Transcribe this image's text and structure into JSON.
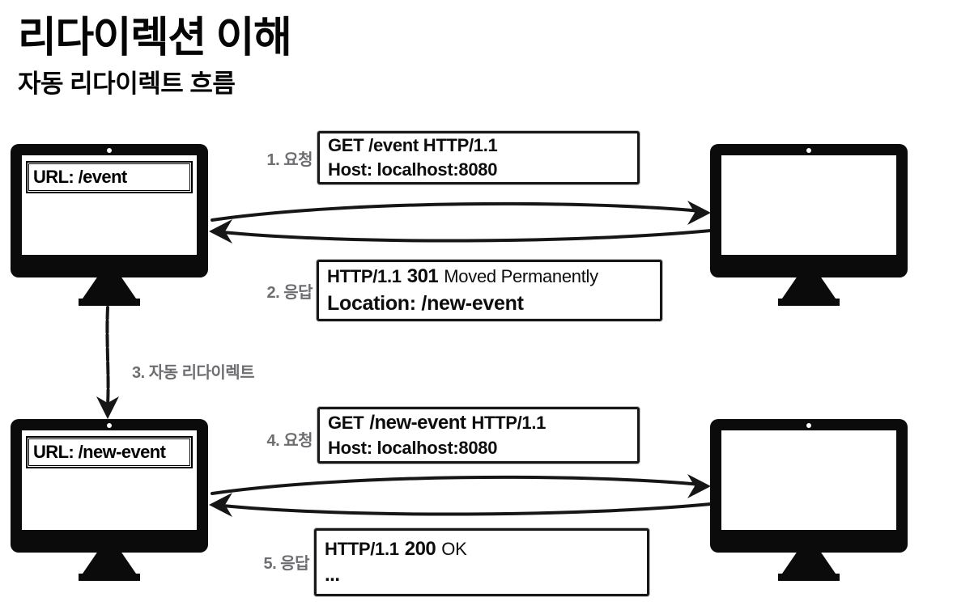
{
  "colors": {
    "background": "#ffffff",
    "ink": "#121212",
    "step_label_gray": "#6d6e71"
  },
  "header": {
    "title": "리다이렉션 이해",
    "subtitle": "자동 리다이렉트 흐름"
  },
  "client": {
    "before": {
      "url": "URL: /event"
    },
    "after": {
      "url": "URL: /new-event"
    }
  },
  "icons": {
    "client_monitor": "monitor-icon",
    "server_monitor": "monitor-icon",
    "camera": "camera-dot-icon",
    "request_arrow": "curved-right-arrow-icon",
    "response_arrow": "curved-left-arrow-icon",
    "redirect_arrow": "down-arrow-icon"
  },
  "flow": {
    "step1": {
      "label": "1. 요청",
      "line1": "GET /event HTTP/1.1",
      "line2": "Host: localhost:8080"
    },
    "step2": {
      "label": "2. 응답",
      "line1_prefix": "HTTP/1.1",
      "line1_code": "301",
      "line1_suffix": "Moved Permanently",
      "line2": "Location: /new-event"
    },
    "step3": {
      "label": "3. 자동 리다이렉트"
    },
    "step4": {
      "label": "4. 요청",
      "line1_prefix": "GET",
      "line1_emph": "/new-event",
      "line1_suffix": "HTTP/1.1",
      "line2": "Host: localhost:8080"
    },
    "step5": {
      "label": "5. 응답",
      "line1_prefix": "HTTP/1.1",
      "line1_code": "200",
      "line1_suffix": "OK",
      "line2": "..."
    }
  }
}
